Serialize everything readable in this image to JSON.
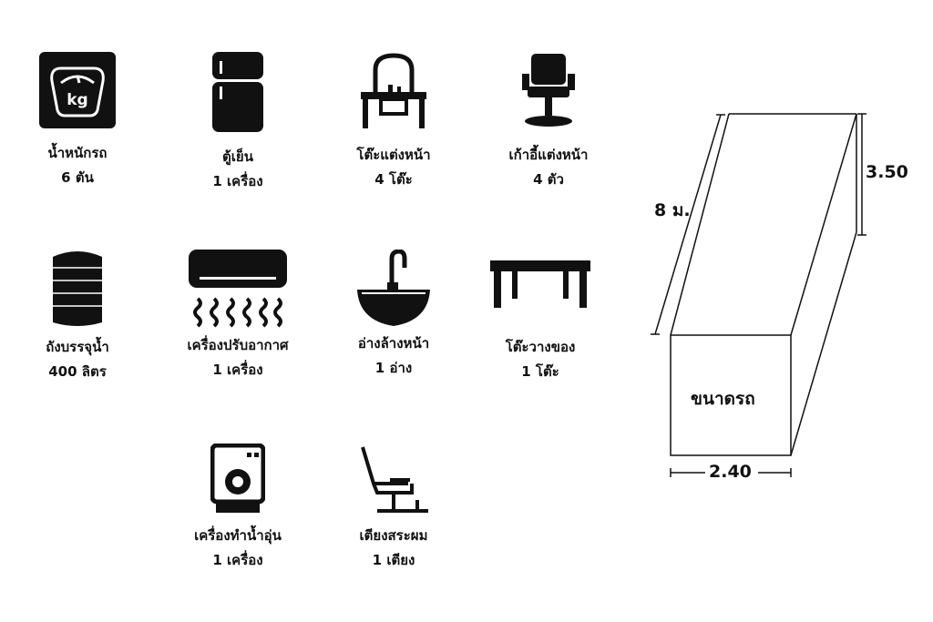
{
  "items": [
    {
      "name": "น้ำหนักรถ",
      "qty": "6 ตัน",
      "icon": "scale-kg-icon",
      "badge": "kg"
    },
    {
      "name": "ตู้เย็น",
      "qty": "1 เครื่อง",
      "icon": "refrigerator-icon"
    },
    {
      "name": "โต๊ะแต่งหน้า",
      "qty": "4 โต๊ะ",
      "icon": "vanity-table-icon"
    },
    {
      "name": "เก้าอี้แต่งหน้า",
      "qty": "4 ตัว",
      "icon": "salon-chair-icon"
    },
    {
      "name": "ถังบรรจุน้ำ",
      "qty": "400 ลิตร",
      "icon": "water-tank-icon"
    },
    {
      "name": "เครื่องปรับอากาศ",
      "qty": "1 เครื่อง",
      "icon": "air-conditioner-icon"
    },
    {
      "name": "อ่างล้างหน้า",
      "qty": "1 อ่าง",
      "icon": "sink-icon"
    },
    {
      "name": "โต๊ะวางของ",
      "qty": "1 โต๊ะ",
      "icon": "table-icon"
    },
    {
      "name": "เครื่องทำน้ำอุ่น",
      "qty": "1 เครื่อง",
      "icon": "water-heater-icon"
    },
    {
      "name": "เตียงสระผม",
      "qty": "1 เตียง",
      "icon": "shampoo-chair-icon"
    }
  ],
  "truck": {
    "title": "ขนาดรถ",
    "length": "8 ม.",
    "height": "3.50",
    "width": "2.40"
  }
}
